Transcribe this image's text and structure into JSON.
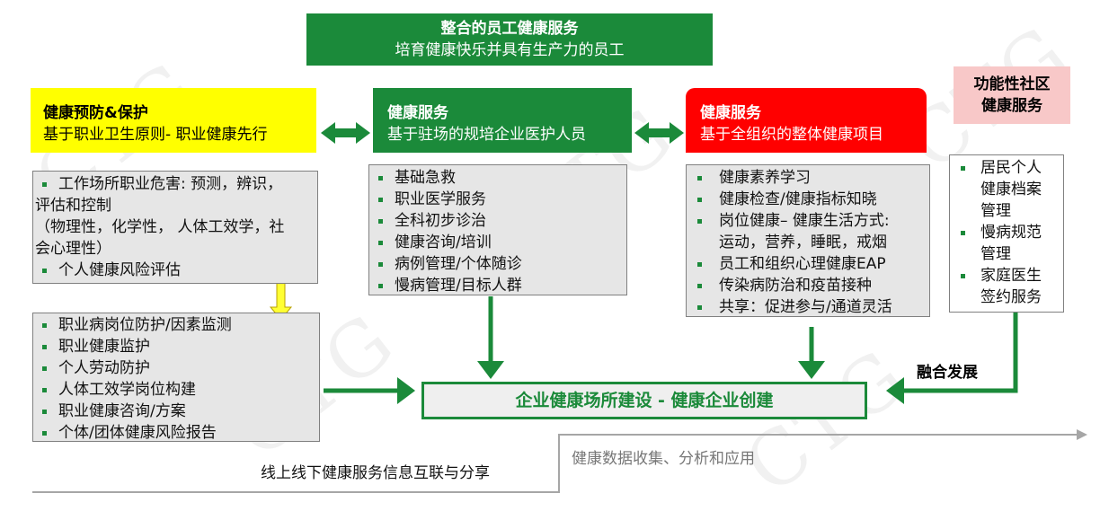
{
  "watermark": "CTG",
  "top": {
    "title": "整合的员工健康服务",
    "subtitle": "培育健康快乐并具有生产力的员工"
  },
  "prevention": {
    "title": "健康预防&保护",
    "subtitle": "基于职业卫生原则- 职业健康先行"
  },
  "onsite": {
    "title": "健康服务",
    "subtitle": "基于驻场的规培企业医护人员"
  },
  "org": {
    "title": "健康服务",
    "subtitle": "基于全组织的整体健康项目"
  },
  "community": {
    "title_line1": "功能性社区",
    "title_line2": "健康服务"
  },
  "prevention_list": {
    "item1_line1": "工作场所职业危害: 预测，辨识，",
    "item1_line2": "评估和控制",
    "item1_line3": "（物理性，化学性， 人体工效学，社",
    "item1_line4": "会心理性）",
    "item2": "个人健康风险评估"
  },
  "occupational_list": [
    "职业病岗位防护/因素监测",
    "职业健康监护",
    "个人劳动防护",
    "人体工效学岗位构建",
    "职业健康咨询/方案",
    "个体/团体健康风险报告"
  ],
  "onsite_list": [
    "基础急救",
    "职业医学服务",
    "全科初步诊治",
    "健康咨询/培训",
    "病例管理/个体随诊",
    "慢病管理/目标人群"
  ],
  "org_list": {
    "item1": "健康素养学习",
    "item2": "健康检查/健康指标知晓",
    "item3_line1": "岗位健康– 健康生活方式:",
    "item3_line2": "运动，营养，睡眠，戒烟",
    "item4": "员工和组织心理健康EAP",
    "item5": "传染病防治和疫苗接种",
    "item6": "共享：促进参与/通道灵活"
  },
  "community_list": {
    "item1_line1": "居民个人",
    "item1_line2": "健康档案",
    "item1_line3": "管理",
    "item2_line1": "慢病规范",
    "item2_line2": "管理",
    "item3_line1": "家庭医生",
    "item3_line2": "签约服务"
  },
  "goal": "企业健康场所建设 - 健康企业创建",
  "fusion_label": "融合发展",
  "online_offline": "线上线下健康服务信息互联与分享",
  "data_analysis": "健康数据收集、分析和应用",
  "colors": {
    "green": "#1b8a3a",
    "yellow": "#ffff00",
    "red": "#ff0000",
    "pink": "#f8c8c8",
    "grey": "#e6e6e6"
  }
}
